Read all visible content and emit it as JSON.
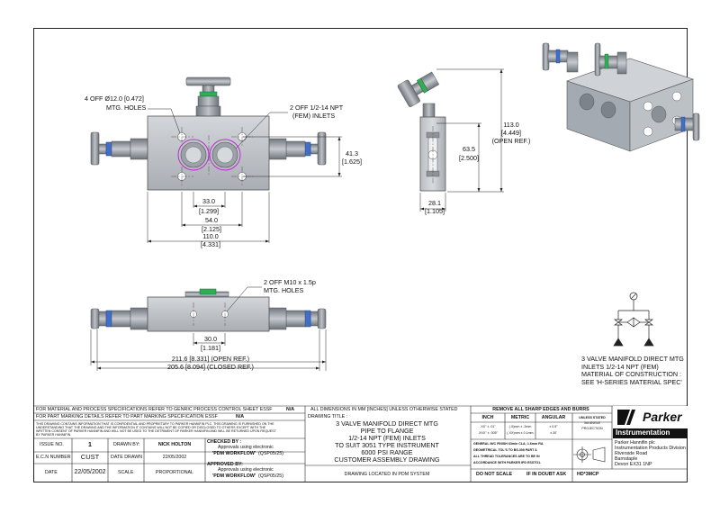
{
  "views": {
    "front": {
      "holes_note": [
        "4 OFF Ø12.0 [0.472]",
        "MTG. HOLES"
      ],
      "inlets_note": [
        "2 OFF 1/2-14 NPT",
        "(FEM) INLETS"
      ],
      "dim_height": [
        "41.3",
        "[1.625]"
      ],
      "dim_33": [
        "33.0",
        "[1.299]"
      ],
      "dim_54": [
        "54.0",
        "[2.125]"
      ],
      "dim_110": [
        "110.0",
        "[4.331]"
      ]
    },
    "side": {
      "dim_113": [
        "113.0",
        "[4.449]",
        "(OPEN REF.)"
      ],
      "dim_63": [
        "63.5",
        "[2.500]"
      ],
      "dim_28": [
        "28.1",
        "[1.105]"
      ]
    },
    "bottom": {
      "m10_note": [
        "2 OFF M10 x 1.5p",
        "MTG. HOLES"
      ],
      "dim_30": [
        "30.0",
        "[1.181]"
      ],
      "dim_open": "211.6 [8.331] (OPEN REF.)",
      "dim_closed": "205.6 [8.094] (CLOSED REF.)"
    },
    "notes": [
      "3 VALVE MANIFOLD DIRECT MTG",
      "INLETS   1/2-14 NPT (FEM)",
      "MATERIAL OF CONSTRUCTION :",
      "SEE 'H-SERIES MATERIAL SPEC'"
    ]
  },
  "title_block": {
    "row1": {
      "text": "FOR MATERIAL AND PROCESS SPECIFICATIONS REFER TO GENRIC PROCESS CONTROL SHEET ESSF",
      "value": "N/A"
    },
    "row2": {
      "text": "FOR PART MARKING DETAILS REFER TO PART MARKING SPECIFICATION ESSF",
      "value": "N/A"
    },
    "confidential": [
      "THIS DRAWING CONTAINS INFORMATION THAT IS CONFIDENTIAL AND PROPRIETARY TO PARKER HANNIFIN PLC. THIS DRAWING IS FURNISHED ON THE",
      "UNDERSTANDING THAT THE DRAWING AND THE INFORMATION IT CONTAINS WILL NOT BE COPIED OR DISCLOSED TO OTHERS EXCEPT WITH THE",
      "WRITTEN CONSENT OF PARKER HANNIFIN AND WILL NOT BE USED TO THE DETRIMENT OF PARKER HANNIFIN AND WILL BE RETURNED UPON REQUEST",
      "BY PARKER HANNIFIN."
    ],
    "issue_label": "ISSUE NO.",
    "issue_value": "1",
    "drawn_by_label": "DRAWN BY:",
    "drawn_by_value": "NICK HOLTON",
    "ecn_label": "E.C.N NUMBER",
    "ecn_value": "CUST",
    "date_drawn_label": "DATE DRAWN",
    "date_drawn_value": "22/05/2002",
    "date_label": "DATE",
    "date_value": "22/05/2002",
    "scale_label": "SCALE",
    "scale_value": "PROPORTIONAL",
    "checked_by": {
      "label": "CHECKED BY :",
      "line1": "Approvals using electronic",
      "line2": "'PDM WORKFLOW'",
      "line2b": "(QSP05/25)"
    },
    "approved_by": {
      "label": "APPROVED BY:",
      "line1": "Approvals using electronic",
      "line2": "'PDM WORKFLOW'",
      "line2b": "(QSP05/25)"
    },
    "dims_note": "ALL DIMENSIONS IN MM [INCHES] UNLESS OTHERWISE STATED",
    "drawing_title_label": "DRAWING TITLE :",
    "drawing_title": [
      "3 VALVE MANIFOLD DIRECT MTG",
      "PIPE TO FLANGE",
      "1/2-14 NPT (FEM) INLETS",
      "TO SUIT 3051 TYPE INSTRUMENT",
      "6000 PSI RANGE",
      "CUSTOMER ASSEMBLY DRAWING"
    ],
    "pdm_note": "DRAWING LOCATED IN PDM SYSTEM",
    "burrs": "REMOVE ALL SHARP EDGES AND BURRS",
    "tol_headers": [
      "INCH",
      "METRIC",
      "ANGULAR"
    ],
    "tol_inch": [
      ".XX\" ± .01\"",
      ".XXX\" ± .005\""
    ],
    "tol_metric": [
      "(.X)mm ± .2mm",
      "(.XX)mm ± 0.1mm"
    ],
    "tol_angular": [
      "± 0.5°",
      "± 30'"
    ],
    "unless_stated": [
      "UNLESS STATED",
      "3rd ANGLE",
      "PROJECTION"
    ],
    "finish_note": [
      "GENERAL M/C FINISH 63min CLA; 1.6mm RA",
      "GEOMETRICAL TOL'S TO BS.308 PART 3.",
      "ALL THREAD TOLERANCES ARE TO BE IN",
      "ACCORDANCE WITH PARKER IPD ESSTO1."
    ],
    "do_not_scale": "DO NOT SCALE",
    "if_in_doubt": "IF IN DOUBT ASK",
    "brand": "Parker",
    "division": "Instrumentation",
    "address": [
      "Parker Hannifin plc",
      "Instrumentation Products Division",
      "Riverside Road",
      "Barnstaple",
      "Devon EX31 1NP"
    ],
    "drawing_number": "HD*3MCP"
  },
  "colors": {
    "body": "#c2c6cb",
    "body_dark": "#8e939a",
    "accent_green": "#2fae56",
    "accent_blue": "#3f6fc8",
    "inlet_circle": "#c02ad6"
  }
}
